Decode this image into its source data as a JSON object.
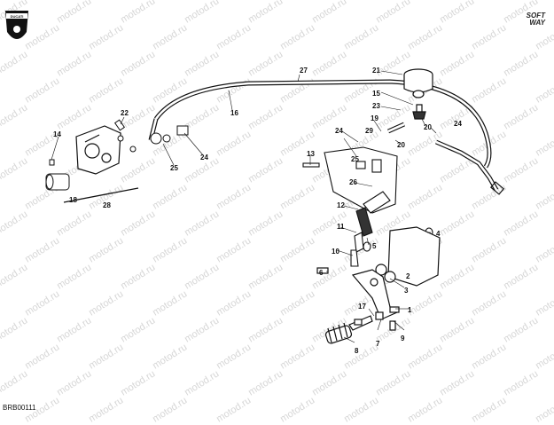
{
  "brand": {
    "logo_text": "DUCATI",
    "soft_line1": "SOFT",
    "soft_line2": "WAY"
  },
  "watermark_text": "motod.ru",
  "diagram_code": "BRB00111",
  "callouts": [
    "27",
    "21",
    "16",
    "15",
    "23",
    "22",
    "19",
    "20",
    "24",
    "14",
    "29",
    "25",
    "13",
    "26",
    "12",
    "11",
    "5",
    "4",
    "10",
    "6",
    "2",
    "3",
    "17",
    "7",
    "8",
    "9",
    "18",
    "28",
    "1"
  ]
}
